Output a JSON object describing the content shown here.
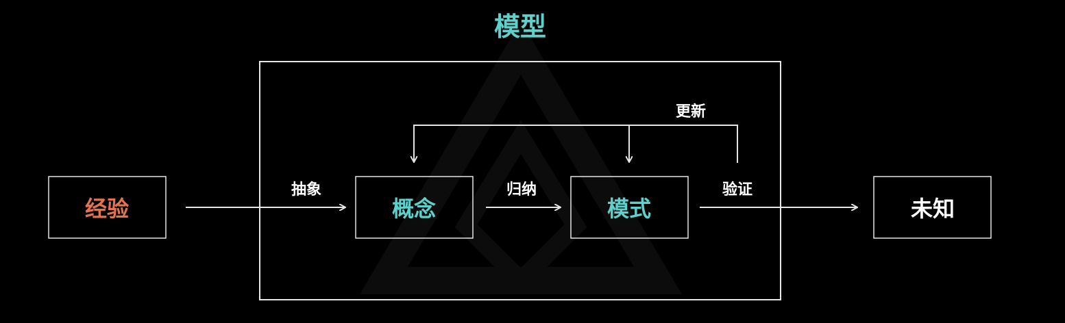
{
  "colors": {
    "background": "#000000",
    "line": "#e6e6e6",
    "accent_cyan": "#5fd1cc",
    "accent_orange": "#e6734f",
    "text_white": "#ffffff",
    "watermark": "#0b0b0b"
  },
  "title": "模型",
  "nodes": {
    "experience": "经验",
    "concept": "概念",
    "pattern": "模式",
    "unknown": "未知"
  },
  "edges": {
    "abstract": "抽象",
    "induce": "归纳",
    "verify": "验证",
    "update": "更新"
  }
}
